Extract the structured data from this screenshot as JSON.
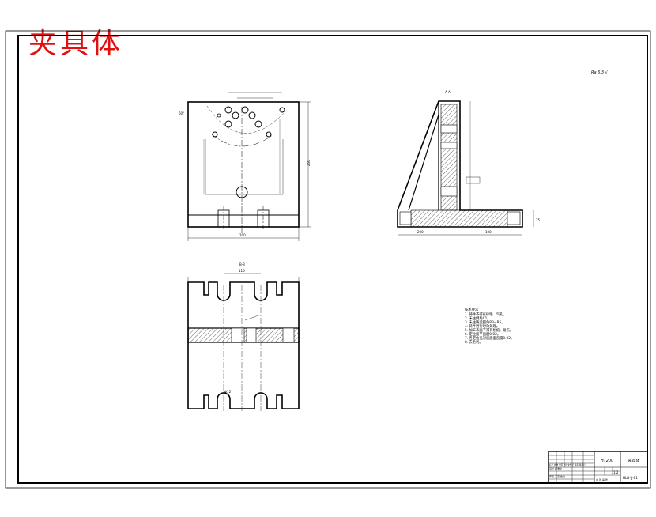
{
  "title": "夹具体",
  "roughness_note": "Ra 6.3 √",
  "views": {
    "front": {
      "height_dim": "250",
      "width_dim": "200",
      "angle_label": "60°"
    },
    "section": {
      "label": "A-A",
      "base_dim": "200",
      "side_dim": "100",
      "height_dim": "25"
    },
    "top": {
      "label": "B-B",
      "width_dim": "116",
      "slot_dim": "Φ12"
    }
  },
  "tech_requirements": {
    "heading": "技术要求",
    "items": [
      "1. 铸件不得有砂眼、气孔。",
      "2. 未注倒角C1。",
      "3. 未注铸造圆角R3~R5。",
      "4. 铸件进行时效处理。",
      "5. 加工表面不得有划痕、碰伤。",
      "6. 定位面平面度0.02。",
      "7. 各定位孔对底面垂直度0.02。",
      "8. 去毛刺。"
    ]
  },
  "title_block": {
    "material": "HT200",
    "scale": "1:2",
    "drawing_no": "HLD-JJ-01",
    "part_name": "夹具体",
    "row1": "标记 处数 分区 更改文件号 签名 年月日",
    "row2": "设计 标准化",
    "row3": "审核 工艺 批准",
    "page": "共 张 第 张"
  }
}
